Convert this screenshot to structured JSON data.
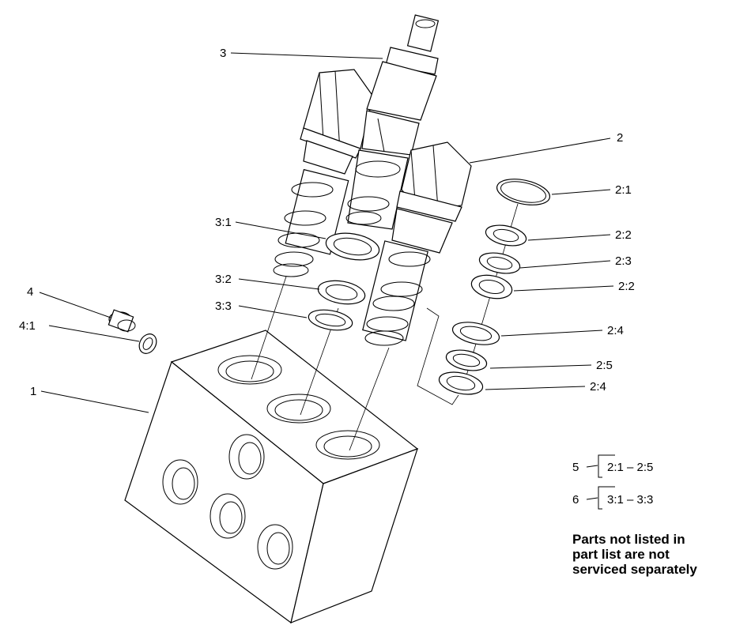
{
  "callouts": {
    "c1": "1",
    "c2": "2",
    "c2_1": "2:1",
    "c2_2a": "2:2",
    "c2_3": "2:3",
    "c2_2b": "2:2",
    "c2_4a": "2:4",
    "c2_5": "2:5",
    "c2_4b": "2:4",
    "c3": "3",
    "c3_1": "3:1",
    "c3_2": "3:2",
    "c3_3": "3:3",
    "c4": "4",
    "c4_1": "4:1"
  },
  "kits": [
    {
      "number": "5",
      "range": "2:1 – 2:5"
    },
    {
      "number": "6",
      "range": "3:1 – 3:3"
    }
  ],
  "note": {
    "line1": "Parts not listed in",
    "line2": "part list are not",
    "line3": "serviced separately"
  }
}
